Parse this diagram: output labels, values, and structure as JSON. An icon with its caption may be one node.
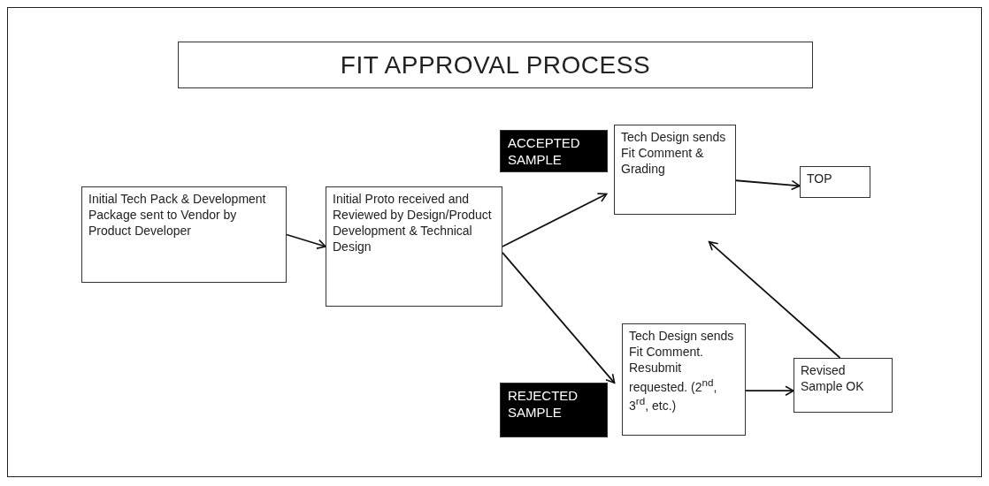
{
  "diagram": {
    "title": "FIT APPROVAL PROCESS",
    "nodes": [
      {
        "text": [
          "Initial Tech Pack & Development Package sent to Vendor by Product Developer"
        ]
      },
      {
        "text": [
          "Initial Proto received and Reviewed by Design/Product Development & Technical Design"
        ]
      },
      {
        "text": [
          "ACCEPTED SAMPLE"
        ]
      },
      {
        "text": [
          "Tech Design sends Fit Comment & Grading"
        ]
      },
      {
        "text": [
          "TOP"
        ]
      },
      {
        "text": [
          "REJECTED SAMPLE"
        ]
      },
      {
        "text": [
          "Tech Design sends Fit Comment. Resubmit requested. (2$^{nd}$, 3$^{rd}$, etc.)"
        ]
      },
      {
        "text": [
          "Revised Sample OK"
        ]
      }
    ],
    "edges": [
      {
        "from": 0,
        "to": 1,
        "arrow": "to"
      },
      {
        "from": 1,
        "to": 3,
        "arrow": "to"
      },
      {
        "from": 3,
        "to": 4,
        "arrow": "to"
      },
      {
        "from": 1,
        "to": 6,
        "arrow": "to"
      },
      {
        "from": 6,
        "to": 7,
        "arrow": "to"
      },
      {
        "from": 7,
        "to": 3,
        "arrow": "to"
      }
    ]
  }
}
